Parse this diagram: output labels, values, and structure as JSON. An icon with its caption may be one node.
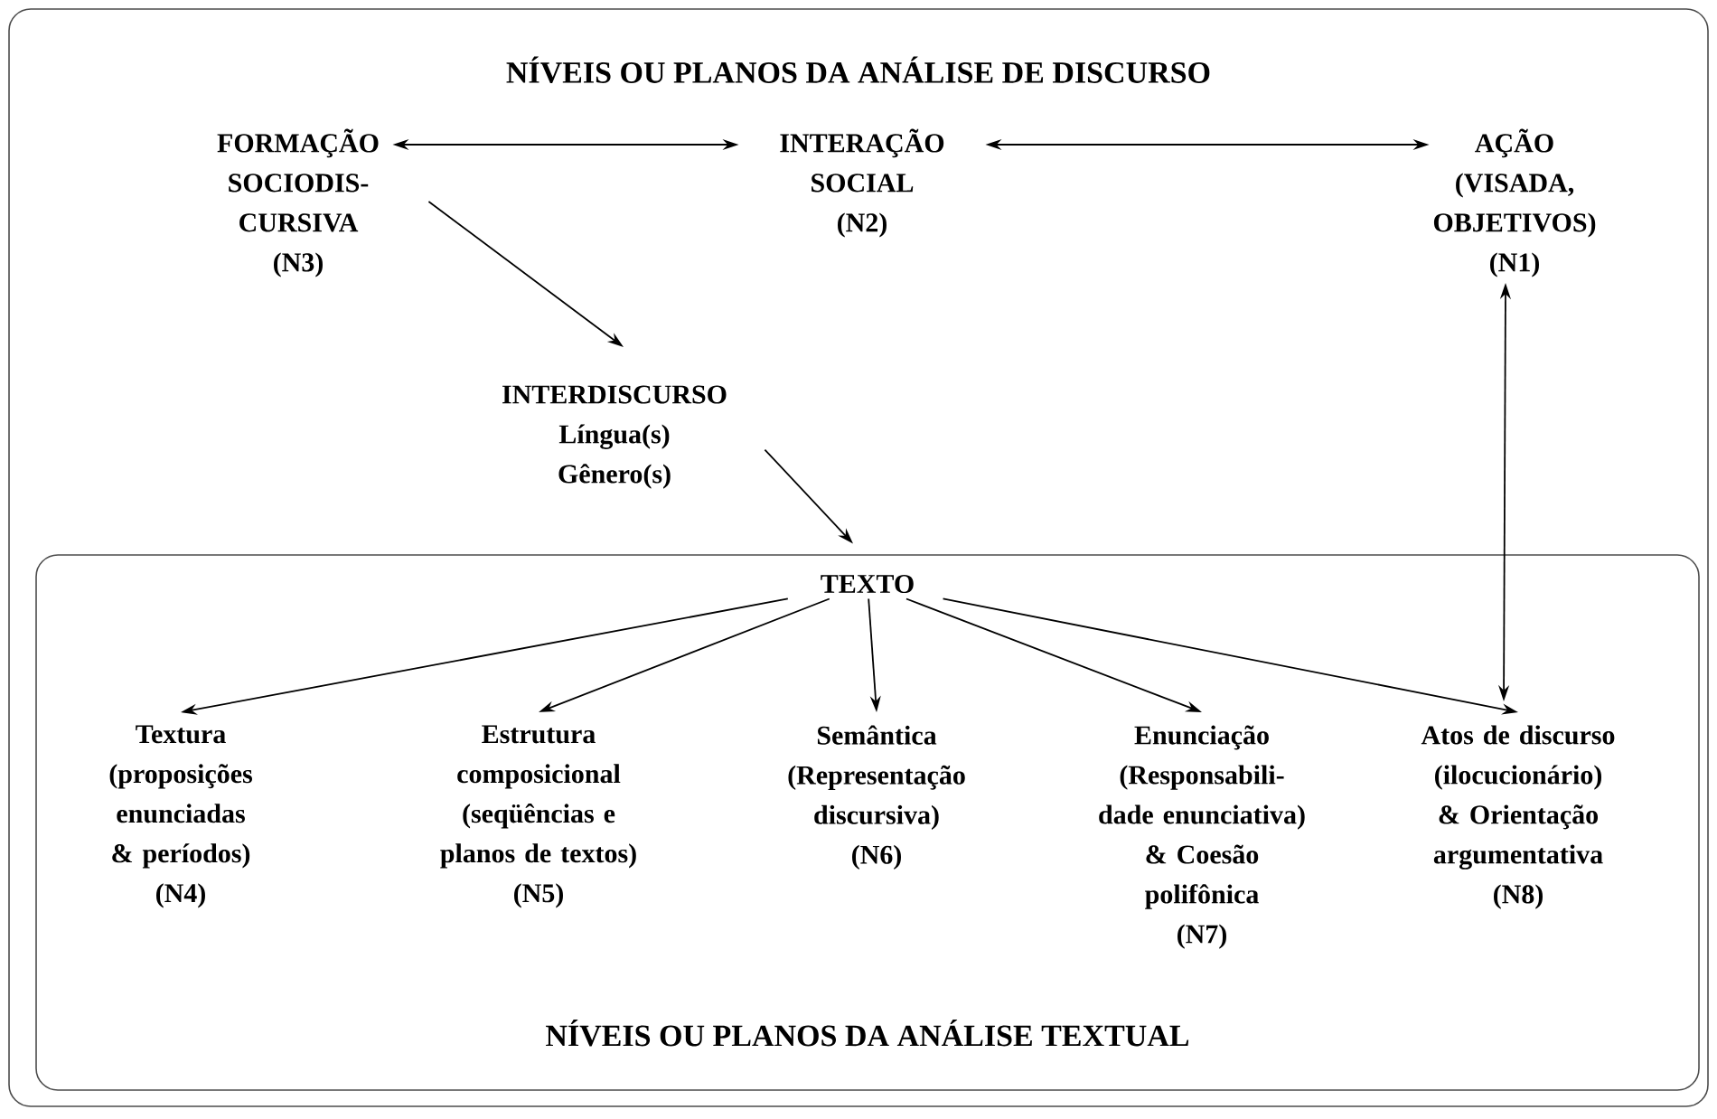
{
  "diagram": {
    "nodes": [
      {
        "text": [
          "NÍVEIS OU PLANOS DA ANÁLISE DE DISCURSO"
        ]
      },
      {
        "text": [
          "FORMAÇÃO SOCIODIS- CURSIVA",
          "(N3)"
        ],
        "in": 0
      },
      {
        "text": [
          "INTERAÇÃO SOCIAL",
          "(N2)"
        ],
        "in": 0
      },
      {
        "text": [
          "AÇÃO (VISADA, OBJETIVOS)",
          "(N1)"
        ],
        "in": 0
      },
      {
        "text": [
          "INTERDISCURSO",
          "Língua(s)",
          "Gênero(s)"
        ],
        "in": 0
      },
      {
        "text": [
          "NÍVEIS OU PLANOS DA ANÁLISE TEXTUAL"
        ],
        "in": 0
      },
      {
        "text": [
          "TEXTO"
        ],
        "in": 5
      },
      {
        "text": [
          "Textura (proposições enunciadas & períodos)",
          "(N4)"
        ],
        "in": 5
      },
      {
        "text": [
          "Estrutura composicional (seqüências e planos de textos)",
          "(N5)"
        ],
        "in": 5
      },
      {
        "text": [
          "Semântica (Representação discursiva)",
          "(N6)"
        ],
        "in": 5
      },
      {
        "text": [
          "Enunciação (Responsabili- dade enunciativa) & Coesão polifônica",
          "(N7)"
        ],
        "in": 5
      },
      {
        "text": [
          "Atos de discurso (ilocucionário) & Orientação argumentativa",
          "(N8)"
        ],
        "in": 5
      }
    ],
    "edges": [
      {
        "from": 1,
        "to": 2,
        "arrow": "both"
      },
      {
        "from": 2,
        "to": 3,
        "arrow": "both"
      },
      {
        "from": 1,
        "to": 4,
        "arrow": "to"
      },
      {
        "from": 4,
        "to": 6,
        "arrow": "to"
      },
      {
        "from": 3,
        "to": 11,
        "arrow": "both"
      },
      {
        "from": 6,
        "to": 7,
        "arrow": "to"
      },
      {
        "from": 6,
        "to": 8,
        "arrow": "to"
      },
      {
        "from": 6,
        "to": 9,
        "arrow": "to"
      },
      {
        "from": 6,
        "to": 10,
        "arrow": "to"
      },
      {
        "from": 6,
        "to": 11,
        "arrow": "to"
      }
    ]
  }
}
